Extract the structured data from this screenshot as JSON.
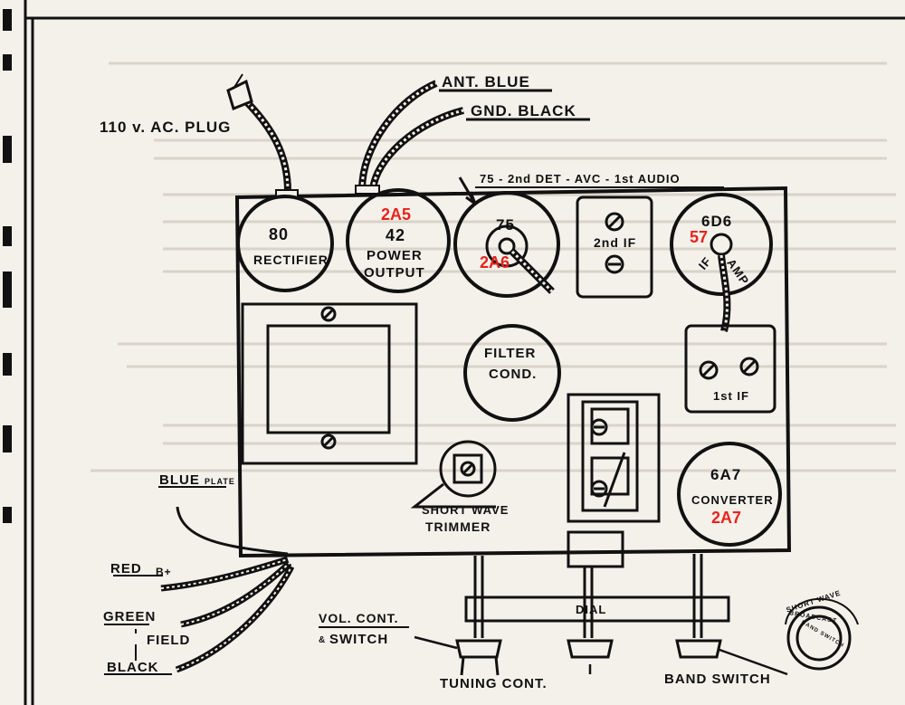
{
  "labels": {
    "ac_plug": "110 v. AC. PLUG",
    "ant": "ANT. BLUE",
    "gnd": "GND. BLACK",
    "det_avc": "75 - 2nd DET - AVC - 1st AUDIO",
    "rectifier_num": "80",
    "rectifier": "RECTIFIER",
    "power_num": "42",
    "power1": "POWER",
    "power2": "OUTPUT",
    "tube75": "75",
    "if2": "2nd IF",
    "tube6d6": "6D6",
    "if_amp1": "IF",
    "if_amp2": "AMP",
    "filter1": "FILTER",
    "filter2": "COND.",
    "if1": "1st IF",
    "conv_num": "6A7",
    "converter": "CONVERTER",
    "blue": "BLUE",
    "plate": "PLATE",
    "sw_trim1": "SHORT WAVE",
    "sw_trim2": "TRIMMER",
    "red": "RED",
    "bplus": "B+",
    "green": "GREEN",
    "field": "FIELD",
    "black": "BLACK",
    "vol1": "VOL. CONT.",
    "vol2": "SWITCH",
    "dial": "DIAL",
    "tuning": "TUNING CONT.",
    "band": "BAND SWITCH",
    "knob_sw": "SHORT WAVE",
    "knob_bc": "BROADCAST",
    "knob_bs": "BAND SWITCH"
  },
  "annotations": {
    "a_2a5": "2A5",
    "a_2a6": "2A6",
    "a_57": "57",
    "a_2a7": "2A7"
  },
  "colors": {
    "annotation": "#e8231c",
    "ink": "#111111",
    "paper": "#f3f1ea"
  }
}
